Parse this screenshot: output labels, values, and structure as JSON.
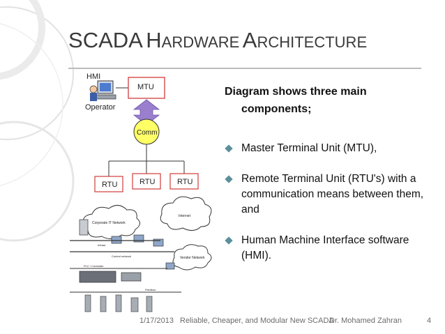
{
  "slide": {
    "title_word1_initial": "S",
    "title_word1_rest": "CADA",
    "title_word2_initial": "H",
    "title_word2_rest": "ARDWARE",
    "title_word3_initial": "A",
    "title_word3_rest": "RCHITECTURE",
    "lead_line1": "Diagram shows three main",
    "lead_line2": "components;",
    "bullets": [
      "Master Terminal Unit (MTU),",
      "Remote Terminal Unit (RTU's) with a communication means between them, and",
      "Human Machine Interface software (HMI)."
    ]
  },
  "diagram": {
    "hmi_label": "HMI",
    "operator_label": "Operator",
    "mtu_label": "MTU",
    "comm_label": "Comm",
    "rtu_labels": [
      "RTU",
      "RTU",
      "RTU"
    ],
    "network_labels": {
      "corporate": "Corporate IT Network",
      "internet": "Internet",
      "control": "Control network",
      "vendor": "Vendor Network",
      "plc": "PLC / Controller",
      "fieldbus": "Fieldbus",
      "infra": "Infrast"
    }
  },
  "footer": {
    "date": "1/17/2013",
    "topic": "Reliable, Cheaper, and Modular New SCADA",
    "author": "Dr. Mohamed Zahran",
    "page": "4"
  },
  "colors": {
    "accent_bullet": "#5b8f9a",
    "title_text": "#3a3a3a",
    "comm_fill": "#ffff66",
    "box_stroke": "#d23b3b",
    "arrow_fill": "#9a7fcf"
  }
}
